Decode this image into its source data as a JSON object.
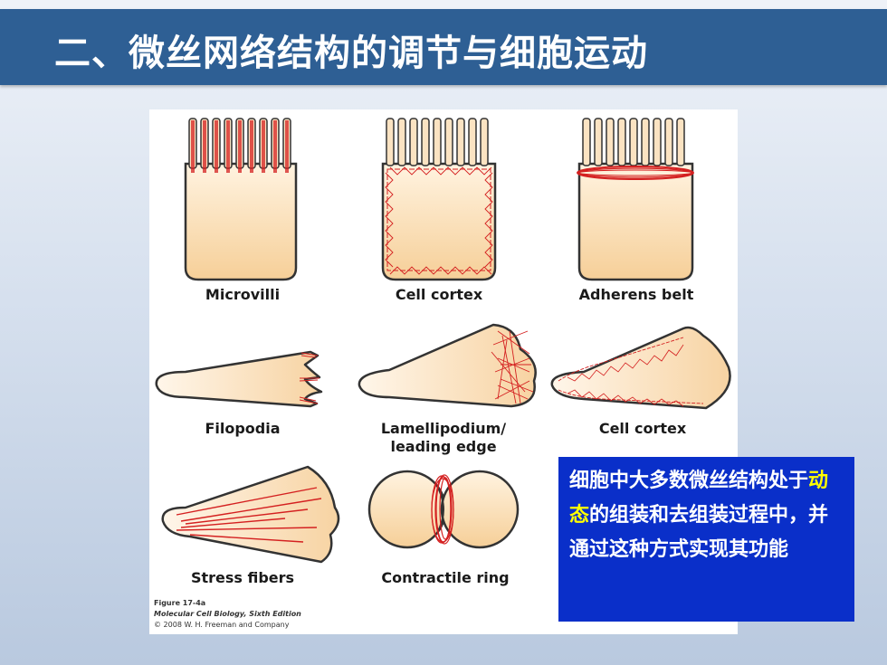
{
  "title": "二、微丝网络结构的调节与细胞运动",
  "figure": {
    "labels": {
      "microvilli": "Microvilli",
      "cell_cortex_top": "Cell cortex",
      "adherens_belt": "Adherens belt",
      "filopodia": "Filopodia",
      "lamellipodium_1": "Lamellipodium/",
      "lamellipodium_2": "leading edge",
      "cell_cortex_mid": "Cell cortex",
      "stress_fibers": "Stress fibers",
      "contractile_ring": "Contractile ring"
    },
    "caption": {
      "figure_no": "Figure 17-4a",
      "book": "Molecular Cell Biology, Sixth Edition",
      "copyright": "© 2008 W. H. Freeman and Company"
    }
  },
  "note": {
    "part1": "细胞中大多数微丝结构处于",
    "highlight": "动态",
    "part2": "的组装和去组装过程中，并通过这种方式实现其功能"
  },
  "colors": {
    "title_bar": "#2e5f94",
    "note_bg": "#0a2fc9",
    "highlight": "#ffff00",
    "cell_fill": "#fbe3c2",
    "filament": "#d42020"
  }
}
